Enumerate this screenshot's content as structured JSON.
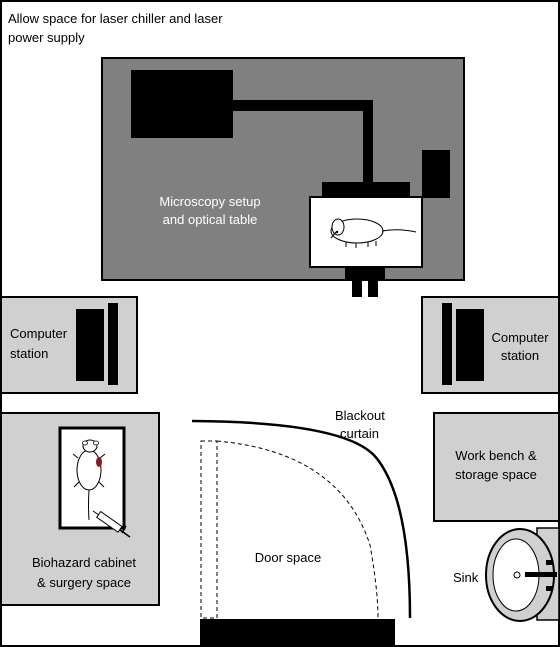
{
  "labels": {
    "note_line1": "Allow space for laser chiller and laser",
    "note_line2": "power supply",
    "microscopy_line1": "Microscopy setup",
    "microscopy_line2": "and optical table",
    "computer_left_line1": "Computer",
    "computer_left_line2": "station",
    "computer_right_line1": "Computer",
    "computer_right_line2": "station",
    "curtain_line1": "Blackout",
    "curtain_line2": "curtain",
    "workbench_line1": "Work bench &",
    "workbench_line2": "storage space",
    "biohazard_line1": "Biohazard cabinet",
    "biohazard_line2": "& surgery space",
    "door": "Door space",
    "sink": "Sink"
  },
  "colors": {
    "room_border": "#000000",
    "table_fill": "#808080",
    "station_fill": "#d0d0d0",
    "equipment_fill": "#000000",
    "mouse_mark": "#8b1a1a"
  }
}
